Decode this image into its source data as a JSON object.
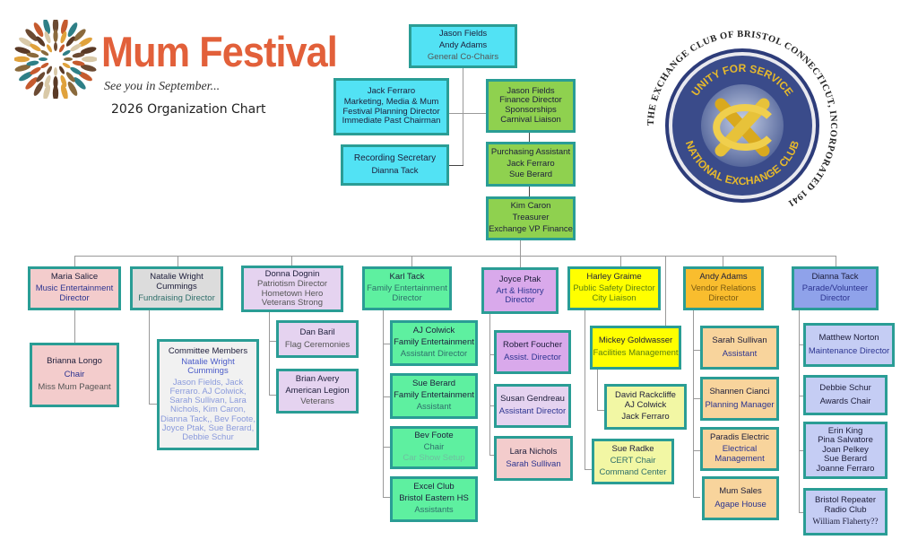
{
  "header": {
    "brand_title": "Mum Festival",
    "tagline": "See you in September...",
    "chart_title": "2026 Organization Chart",
    "brand_color": "#e2603a"
  },
  "seal": {
    "outer_text": "THE EXCHANGE CLUB OF BRISTOL CONNECTICUT, INCORPORATED 1941",
    "top_text": "UNITY FOR SERVICE",
    "bottom_text": "NATIONAL EXCHANGE CLUB"
  },
  "top": {
    "co_chairs": {
      "lines": [
        "Jason Fields",
        "Andy Adams",
        "General Co-Chairs"
      ]
    },
    "marketing": {
      "lines": [
        "Jack Ferraro",
        "Marketing, Media & Mum",
        "Festival Planning Director",
        "Immediate Past Chairman"
      ]
    },
    "secretary": {
      "lines": [
        "Recording Secretary",
        "Dianna Tack"
      ]
    },
    "finance": {
      "lines": [
        "Jason Fields",
        "Finance Director",
        "Sponsorships",
        "Carnival Liaison"
      ]
    },
    "purchasing": {
      "lines": [
        "Purchasing Assistant",
        "Jack Ferraro",
        "Sue Berard"
      ]
    },
    "treasurer": {
      "lines": [
        "Kim Caron",
        "Treasurer",
        "Exchange VP Finance"
      ]
    }
  },
  "columns": [
    {
      "head": [
        "Maria Salice",
        "Music Entertainment",
        "Director"
      ],
      "children": [
        [
          "Brianna Longo",
          "Chair",
          "Miss Mum Pageant"
        ]
      ]
    },
    {
      "head": [
        "Natalie Wright",
        "Cummings",
        "Fundraising Director"
      ],
      "children": [
        [
          "Committee Members",
          "Natalie Wright",
          "Cummings",
          "Jason Fields, Jack",
          "Ferraro. AJ Colwick,",
          "Sarah Sullivan, Lara",
          "Nichols, Kim Caron,",
          "Dianna Tack,, Bev Foote,",
          "Joyce Ptak, Sue Berard,",
          "Debbie Schur"
        ]
      ]
    },
    {
      "head": [
        "Donna Dognin",
        "Patriotism Director",
        "Hometown Hero",
        "Veterans Strong"
      ],
      "children": [
        [
          "Dan Baril",
          "Flag Ceremonies"
        ],
        [
          "Brian Avery",
          "American Legion",
          "Veterans"
        ]
      ]
    },
    {
      "head": [
        "Karl Tack",
        "Family Entertainment",
        "Director"
      ],
      "children": [
        [
          "AJ Colwick",
          "Family Entertainment",
          "Assistant Director"
        ],
        [
          "Sue Berard",
          "Family Entertainment",
          "Assistant"
        ],
        [
          "Bev Foote",
          "Chair",
          "Car Show Setup"
        ],
        [
          "Excel Club",
          "Bristol Eastern HS",
          "Assistants"
        ]
      ]
    },
    {
      "head": [
        "Joyce Ptak",
        "Art & History",
        "Director"
      ],
      "children": [
        [
          "Robert Foucher",
          "Assist. Director"
        ],
        [
          "Susan Gendreau",
          "Assistant Director"
        ],
        [
          "Lara Nichols",
          "Sarah Sullivan"
        ]
      ]
    },
    {
      "head": [
        "Harley Graime",
        "Public Safety Director",
        "City Liaison"
      ],
      "children": [
        [
          "Mickey Goldwasser",
          "Facilities Management"
        ],
        [
          "David Rackcliffe",
          "AJ Colwick",
          "Jack Ferraro"
        ],
        [
          "Sue Radke",
          "CERT Chair",
          "Command Center"
        ]
      ]
    },
    {
      "head": [
        "Andy Adams",
        "Vendor Relations",
        "Director"
      ],
      "children": [
        [
          "Sarah Sullivan",
          "Assistant"
        ],
        [
          "Shannen Cianci",
          "Planning Manager"
        ],
        [
          "Paradis Electric",
          "Electrical",
          "Management"
        ],
        [
          "Mum Sales",
          "Agape House"
        ]
      ]
    },
    {
      "head": [
        "Dianna Tack",
        "Parade/Volunteer",
        "Director"
      ],
      "children": [
        [
          "Matthew Norton",
          "Maintenance Director"
        ],
        [
          "Debbie Schur",
          "Awards Chair"
        ],
        [
          "Erin King",
          "Pina Salvatore",
          "Joan Pelkey",
          "Sue Berard",
          "Joanne Ferraro"
        ],
        [
          "Bristol Repeater",
          "Radio Club",
          "William Flaherty??"
        ]
      ]
    }
  ]
}
